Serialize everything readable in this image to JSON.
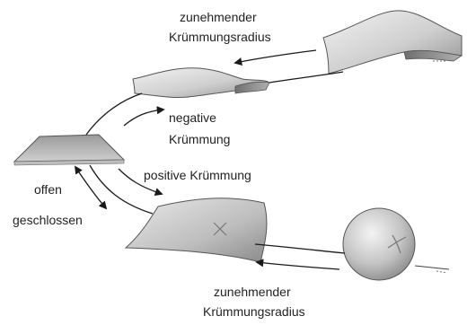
{
  "labels": {
    "top_caption_line1": "zunehmender",
    "top_caption_line2": "Krümmungsradius",
    "negative_line1": "negative",
    "negative_line2": "Krümmung",
    "positive": "positive Krümmung",
    "open": "offen",
    "closed": "geschlossen",
    "bottom_caption_line1": "zunehmender",
    "bottom_caption_line2": "Krümmungsradius"
  },
  "shapes": {
    "large_saddle": "saddle-surface-large",
    "small_saddle": "saddle-surface-small",
    "flat_plane": "flat-trapezoid-plane",
    "curved_sheet": "positively-curved-sheet",
    "sphere": "sphere"
  },
  "colors": {
    "surface_light": "#e6e6e6",
    "surface_mid": "#b9b9b9",
    "surface_dark": "#8e8e8e",
    "outline": "#555555",
    "arrow": "#1a1a1a",
    "text": "#222222"
  }
}
